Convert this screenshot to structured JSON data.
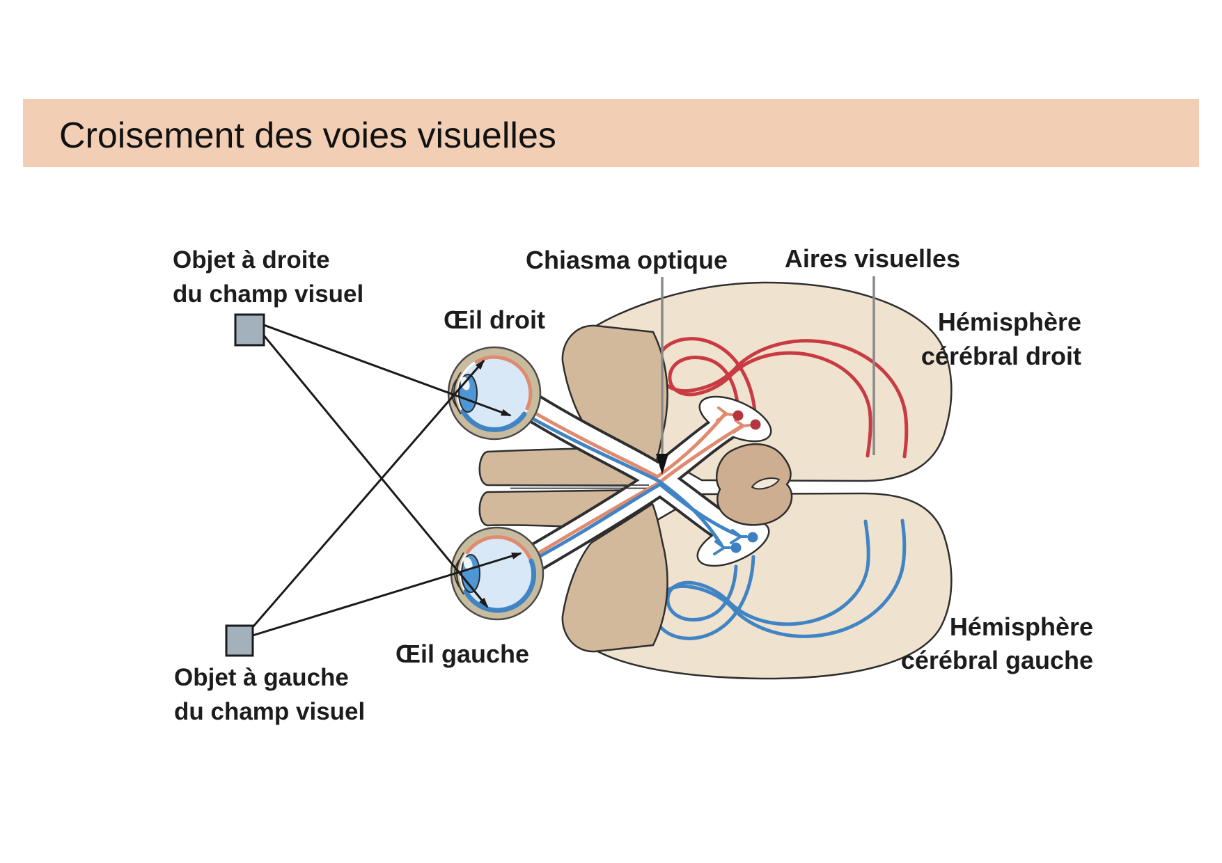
{
  "slide": {
    "title": "Croisement des voies visuelles"
  },
  "labels": {
    "objet_droite_1": "Objet à droite",
    "objet_droite_2": "du champ visuel",
    "oeil_droit": "Œil droit",
    "chiasma": "Chiasma optique",
    "aires": "Aires visuelles",
    "hemi_droit_1": "Hémisphère",
    "hemi_droit_2": "cérébral droit",
    "oeil_gauche": "Œil gauche",
    "objet_gauche_1": "Objet à gauche",
    "objet_gauche_2": "du champ visuel",
    "hemi_gauche_1": "Hémisphère",
    "hemi_gauche_2": "cérébral gauche"
  },
  "colors": {
    "title_bar": "#F2CFB4",
    "brain_beige": "#EFE3D0",
    "brain_tan": "#D3B99C",
    "midbrain_tan": "#CDAE90",
    "nerve_salmon": "#E08A70",
    "radiation_red": "#C93B42",
    "dot_dark_red": "#B43540",
    "pathway_blue": "#4184C4",
    "dot_blue": "#3E7FC2",
    "eye_ring": "#C9BB9E",
    "eye_interior": "#D8E8F6",
    "lens_blue": "#4E97D4",
    "object_square": "#A3B1BD",
    "outline": "#2e2e2e",
    "pointer_gray": "#8a8a8a"
  }
}
